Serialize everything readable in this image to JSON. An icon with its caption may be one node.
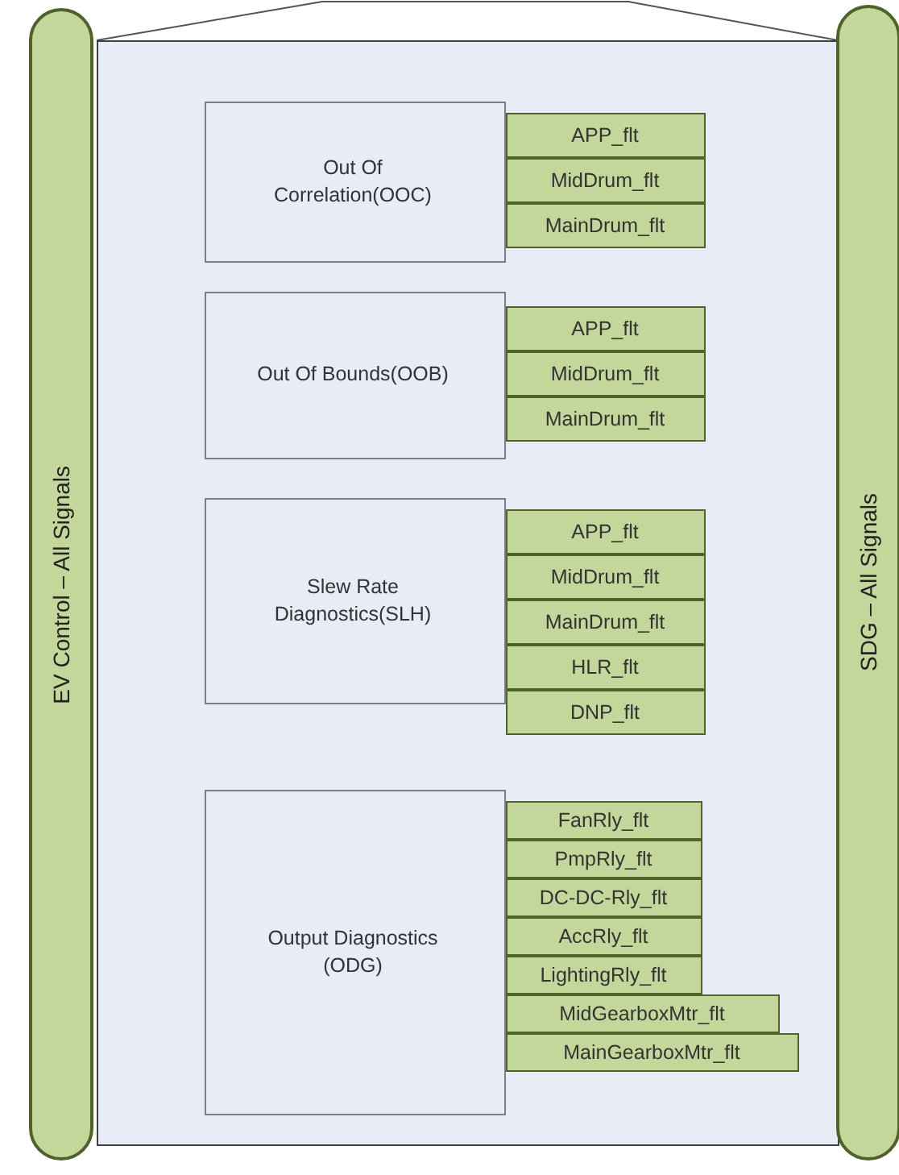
{
  "diagram": {
    "nodes": [
      {
        "text": [
          "EV Control – All Signals"
        ]
      },
      {
        "text": [],
        "shape": "box"
      },
      {
        "text": [
          "Out Of Correlation(OOC)"
        ],
        "in": 1
      },
      {
        "text": [
          "APP_flt"
        ],
        "in": 1
      },
      {
        "text": [
          "MidDrum_flt"
        ],
        "in": 1
      },
      {
        "text": [
          "MainDrum_flt"
        ],
        "in": 1
      },
      {
        "text": [
          "Out Of Bounds(OOB)"
        ],
        "in": 1
      },
      {
        "text": [
          "APP_flt"
        ],
        "in": 1
      },
      {
        "text": [
          "MidDrum_flt"
        ],
        "in": 1
      },
      {
        "text": [
          "MainDrum_flt"
        ],
        "in": 1
      },
      {
        "text": [
          "Slew Rate Diagnostics(SLH)"
        ],
        "in": 1
      },
      {
        "text": [
          "APP_flt"
        ],
        "in": 1
      },
      {
        "text": [
          "MidDrum_flt"
        ],
        "in": 1
      },
      {
        "text": [
          "MainDrum_flt"
        ],
        "in": 1
      },
      {
        "text": [
          "HLR_flt"
        ],
        "in": 1
      },
      {
        "text": [
          "DNP_flt"
        ],
        "in": 1
      },
      {
        "text": [
          "Output Diagnostics (ODG)"
        ],
        "in": 1
      },
      {
        "text": [
          "FanRly_flt"
        ],
        "in": 1
      },
      {
        "text": [
          "PmpRly_flt"
        ],
        "in": 1
      },
      {
        "text": [
          "DC-DC-Rly_flt"
        ],
        "in": 1
      },
      {
        "text": [
          "AccRly_flt"
        ],
        "in": 1
      },
      {
        "text": [
          "LightingRly_flt"
        ],
        "in": 1
      },
      {
        "text": [
          "MidGearboxMtr_flt"
        ],
        "in": 1
      },
      {
        "text": [
          "MainGearboxMtr_flt"
        ],
        "in": 1
      },
      {
        "text": [
          "SDG – All Signals"
        ]
      }
    ]
  }
}
